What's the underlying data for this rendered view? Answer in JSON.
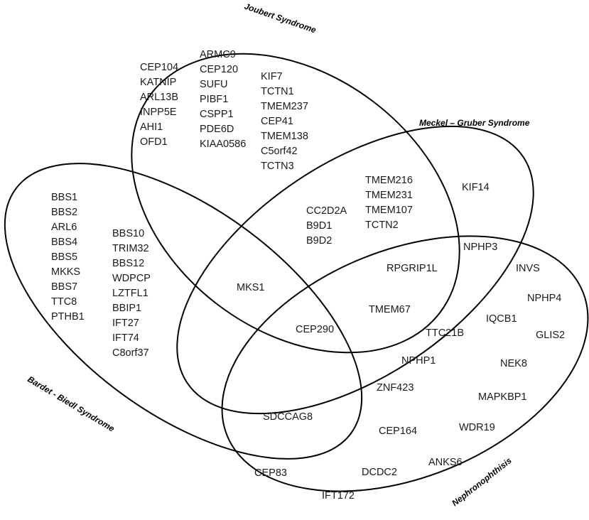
{
  "sets": [
    {
      "id": "joubert",
      "label": "Joubert Syndrome"
    },
    {
      "id": "meckel",
      "label": "Meckel – Gruber Syndrome"
    },
    {
      "id": "bardet",
      "label": "Bardet - Biedl Syndrome"
    },
    {
      "id": "nephronophthisis",
      "label": "Nephronophthisis"
    }
  ],
  "genes": {
    "joubert_col1": [
      "CEP104",
      "KATNIP",
      "ARL13B",
      "INPP5E",
      "AHI1",
      "OFD1"
    ],
    "joubert_col2": [
      "ARMC9",
      "CEP120",
      "SUFU",
      "PIBF1",
      "CSPP1",
      "PDE6D",
      "KIAA0586"
    ],
    "joubert_col3": [
      "KIF7",
      "TCTN1",
      "TMEM237",
      "CEP41",
      "TMEM138",
      "C5orf42",
      "TCTN3"
    ],
    "joubert_meckel_a": [
      "TMEM216",
      "TMEM231",
      "TMEM107",
      "TCTN2"
    ],
    "joubert_meckel_b": [
      "CC2D2A",
      "B9D1",
      "B9D2"
    ],
    "meckel_only": [
      "KIF14"
    ],
    "meckel_nephro": [
      "NPHP3"
    ],
    "bardet_col1": [
      "BBS1",
      "BBS2",
      "ARL6",
      "BBS4",
      "BBS5",
      "MKKS",
      "BBS7",
      "TTC8",
      "PTHB1"
    ],
    "bardet_col2": [
      "BBS10",
      "TRIM32",
      "BBS12",
      "WDPCP",
      "LZTFL1",
      "BBIP1",
      "IFT27",
      "IFT74",
      "C8orf37"
    ],
    "jbm_core": [
      "MKS1"
    ],
    "all_four": [
      "CEP290"
    ],
    "jmn_core": [
      "RPGRIP1L",
      "TMEM67"
    ],
    "jn_core": [
      "TTC21B",
      "NPHP1",
      "ZNF423"
    ],
    "bardet_nephro": [
      "SDCCAG8"
    ],
    "nephro_only": [
      "INVS",
      "NPHP4",
      "IQCB1",
      "GLIS2",
      "NEK8",
      "MAPKBP1",
      "WDR19",
      "CEP164",
      "ANKS6",
      "DCDC2",
      "CEP83",
      "IFT172"
    ]
  }
}
